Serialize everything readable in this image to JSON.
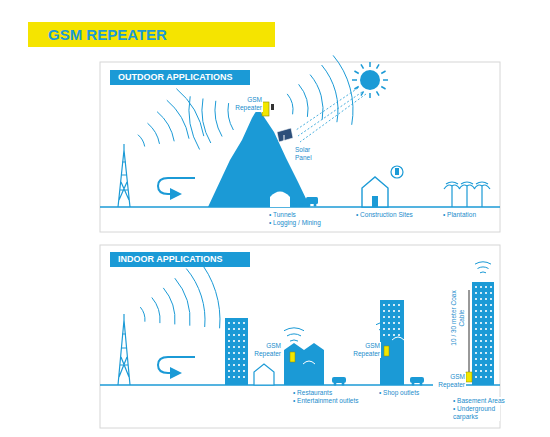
{
  "diagram": {
    "title": "GSM REPEATER",
    "nodes": [
      {
        "text": [
          "OUTDOOR APPLICATIONS"
        ]
      },
      {
        "text": [
          "INDOOR APPLICATIONS"
        ]
      }
    ],
    "labels": [
      "GSM Repeater",
      "Solar Panel",
      "• Tunnels",
      "• Logging / Mining",
      "• Construction Sites",
      "• Plantation",
      "GSM Repeater",
      "• Restaurants",
      "• Entertainment outlets",
      "GSM Repeater",
      "• Shop outlets",
      "10 / 30 meter Coax Cable",
      "GSM Repeater",
      "• Basement Areas",
      "• Underground carparks"
    ]
  }
}
